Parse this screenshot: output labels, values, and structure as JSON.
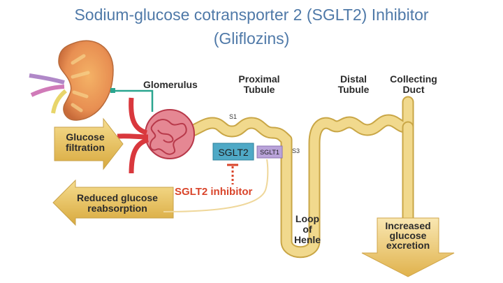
{
  "title": {
    "line1": "Sodium-glucose cotransporter 2 (SGLT2) Inhibitor",
    "line2": "(Gliflozins)"
  },
  "labels": {
    "glomerulus": "Glomerulus",
    "proximal_1": "Proximal",
    "proximal_2": "Tubule",
    "distal_1": "Distal",
    "distal_2": "Tubule",
    "collecting_1": "Collecting",
    "collecting_2": "Duct",
    "s1": "S1",
    "s3": "S3",
    "sglt2_box": "SGLT2",
    "sglt1_box": "SGLT1",
    "inhibitor": "SGLT2 inhibitor",
    "loop_1": "Loop",
    "loop_2": "of",
    "loop_3": "Henle"
  },
  "arrows": {
    "filtration_1": "Glucose",
    "filtration_2": "filtration",
    "reabsorption_1": "Reduced glucose",
    "reabsorption_2": "reabsorption",
    "excretion_1": "Increased",
    "excretion_2": "glucose",
    "excretion_3": "excretion"
  },
  "colors": {
    "title": "#4f79a8",
    "tubule": "#f1d98d",
    "tubule_edge": "#c9a646",
    "arrow_fill": "#e8c56b",
    "sglt2_box": "#4fa9c6",
    "sglt1_box": "#b9a3d9",
    "inhibitor": "#d9452b",
    "connector": "#2aa58f",
    "glomerulus": "#e0566a"
  }
}
